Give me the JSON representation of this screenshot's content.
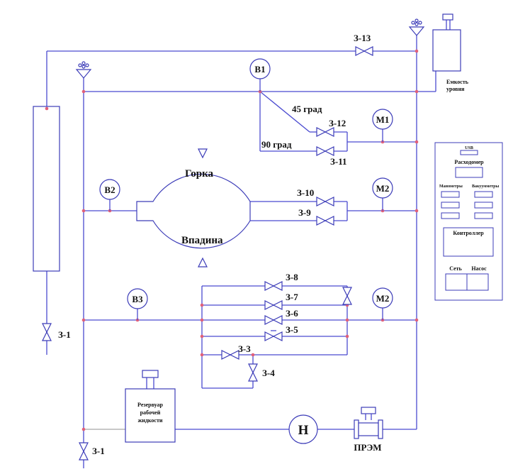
{
  "valves": {
    "v13": "З-13",
    "v12": "З-12",
    "v11": "З-11",
    "v10": "З-10",
    "v9": "З-9",
    "v8": "З-8",
    "v7": "З-7",
    "v6": "З-6",
    "v5": "З-5",
    "v3": "З-3",
    "v4": "З-4",
    "v1_left": "З-1",
    "v1_bottom": "З-1"
  },
  "gauges": {
    "b1": "B1",
    "b2": "B2",
    "b3": "B3",
    "m1": "M1",
    "m2_top": "M2",
    "m2_bottom": "M2"
  },
  "angles": {
    "a45": "45 град",
    "a90": "90 град"
  },
  "test_section": {
    "hill": "Горка",
    "dip": "Впадина"
  },
  "level_tank": {
    "line1": "Емкость",
    "line2": "уровня"
  },
  "reservoir": {
    "line1": "Резервуар",
    "line2": "рабочей",
    "line3": "жидкости"
  },
  "pump": "Н",
  "flowmeter": "ПРЭМ",
  "panel": {
    "usb": "USB",
    "flowmeter": "Расходомер",
    "manometers": "Манометры",
    "vacuummeters": "Вакуумметры",
    "controller": "Контроллер",
    "network": "Сеть",
    "pump": "Насос"
  }
}
